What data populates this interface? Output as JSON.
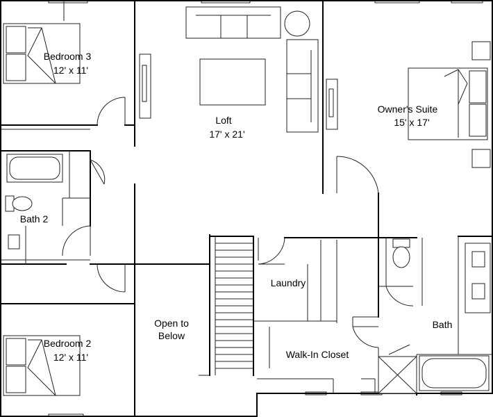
{
  "rooms": [
    {
      "name": "Bedroom 3",
      "dims": "12' x 11'"
    },
    {
      "name": "Loft",
      "dims": "17' x 21'"
    },
    {
      "name": "Owner's Suite",
      "dims": "15' x 17'"
    },
    {
      "name": "Bath 2"
    },
    {
      "name": "Laundry"
    },
    {
      "name": "Open to",
      "name2": "Below"
    },
    {
      "name": "Bath"
    },
    {
      "name": "Walk-In Closet"
    },
    {
      "name": "Bedroom 2",
      "dims": "12' x 11'"
    }
  ]
}
